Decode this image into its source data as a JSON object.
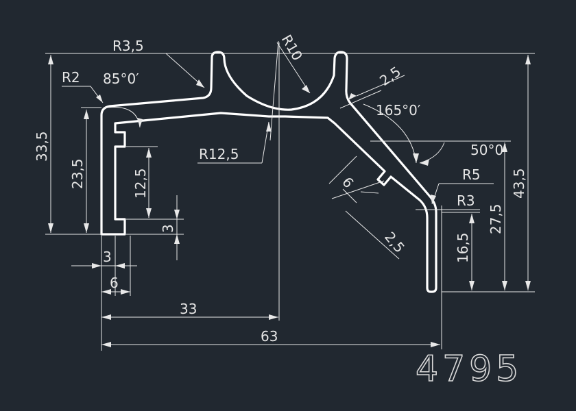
{
  "drawing": {
    "part_number": "4795",
    "labels": {
      "r3_5": "R3,5",
      "r2": "R2",
      "angle_85": "85°0′",
      "r10": "R10",
      "dim_2_5_top": "2,5",
      "angle_165": "165°0′",
      "r12_5": "R12,5",
      "angle_50": "50°0′",
      "r5": "R5",
      "r3_right": "R3",
      "dim_33_5": "33,5",
      "dim_23_5": "23,5",
      "dim_12_5": "12,5",
      "dim_3_vert": "3",
      "dim_3_horiz": "3",
      "dim_6_bottom": "6",
      "dim_33": "33",
      "dim_63": "63",
      "dim_6_diag": "6",
      "dim_2_5_diag": "2,5",
      "dim_16_5": "16,5",
      "dim_27_5": "27,5",
      "dim_43_5": "43,5"
    },
    "colors": {
      "background": "#212830",
      "profile": "#ffffff",
      "dimension": "#e8e8e8"
    }
  }
}
